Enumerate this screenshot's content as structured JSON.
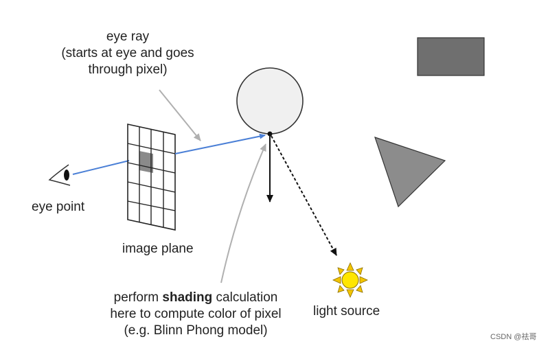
{
  "labels": {
    "eye_ray": {
      "line1": "eye ray",
      "line2": "(starts at eye and goes",
      "line3": "through pixel)"
    },
    "eye_point": "eye point",
    "image_plane": "image plane",
    "shading": {
      "line1_pre": "perform ",
      "line1_bold": "shading",
      "line1_post": " calculation",
      "line2": "here to compute color of pixel",
      "line3": "(e.g. Blinn Phong model)"
    },
    "light_source": "light source"
  },
  "watermark": "CSDN @祛哥",
  "colors": {
    "ray_blue": "#4a7fd6",
    "sphere_fill": "#f0f0f0",
    "rectangle_fill": "#6f6f6f",
    "triangle_fill": "#8c8c8c",
    "highlighted_pixel": "#8a8a8a",
    "sun_body": "#ffe600",
    "sun_rays": "#f2c400",
    "pointer_gray": "#b0b0b0",
    "outline": "#333333"
  },
  "icons": {
    "eye": "eye-icon",
    "light": "sun-icon"
  }
}
